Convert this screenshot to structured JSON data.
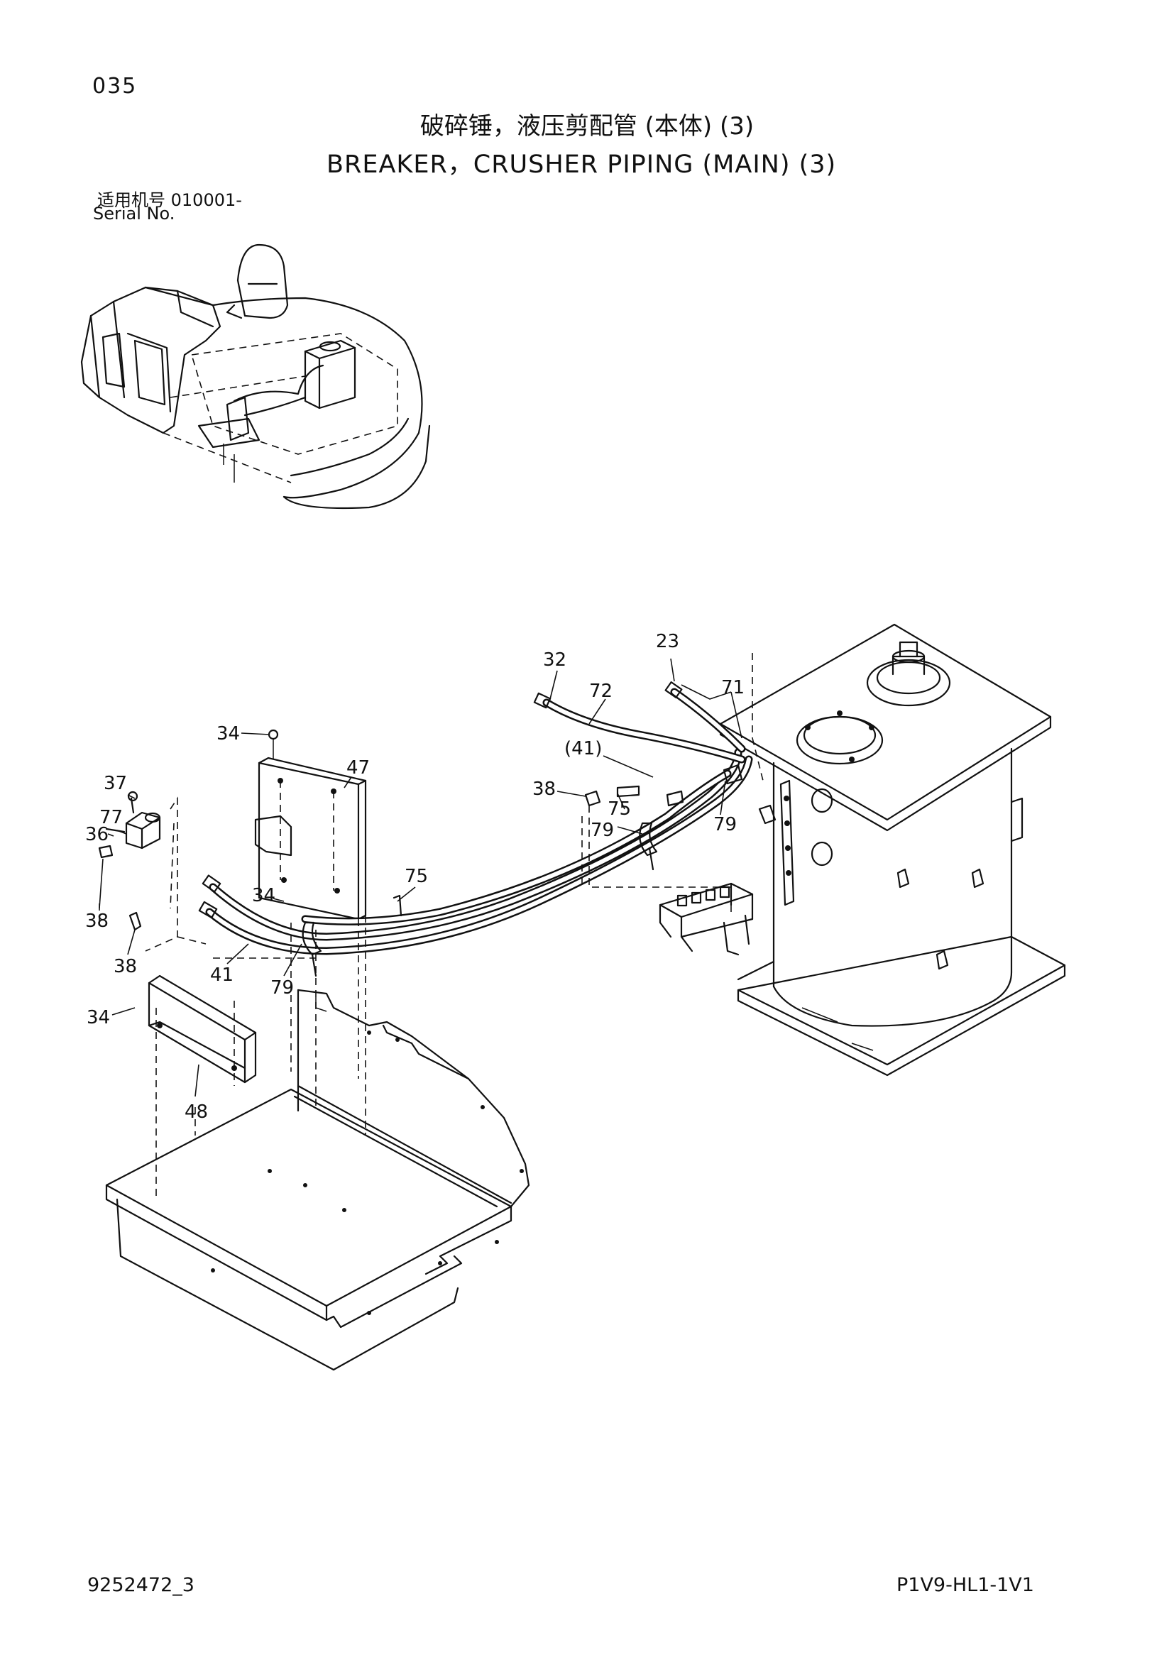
{
  "header": {
    "page_number": "035",
    "title_cn": "破碎锤，液压剪配管 (本体) (3)",
    "title_en": "BREAKER，CRUSHER PIPING (MAIN) (3)",
    "serial_label_cn": "适用机号",
    "serial_value": "010001-",
    "serial_label_en": "Serial No."
  },
  "callouts": [
    {
      "key": "c23",
      "text": "23"
    },
    {
      "key": "c32",
      "text": "32"
    },
    {
      "key": "c72",
      "text": "72"
    },
    {
      "key": "c71",
      "text": "71"
    },
    {
      "key": "c34a",
      "text": "34"
    },
    {
      "key": "c47",
      "text": "47"
    },
    {
      "key": "c41a",
      "text": "(41)"
    },
    {
      "key": "c38a",
      "text": "38"
    },
    {
      "key": "c75a",
      "text": "75"
    },
    {
      "key": "c79a",
      "text": "79"
    },
    {
      "key": "c79b",
      "text": "79"
    },
    {
      "key": "c37",
      "text": "37"
    },
    {
      "key": "c77",
      "text": "77"
    },
    {
      "key": "c36",
      "text": "36"
    },
    {
      "key": "c38b",
      "text": "38"
    },
    {
      "key": "c34b",
      "text": "34"
    },
    {
      "key": "c75b",
      "text": "75"
    },
    {
      "key": "c38c",
      "text": "38"
    },
    {
      "key": "c41b",
      "text": "41"
    },
    {
      "key": "c79c",
      "text": "79"
    },
    {
      "key": "c34c",
      "text": "34"
    },
    {
      "key": "c48",
      "text": "48"
    }
  ],
  "footer": {
    "doc_id": "9252472_3",
    "drawing_code": "P1V9-HL1-1V1"
  }
}
